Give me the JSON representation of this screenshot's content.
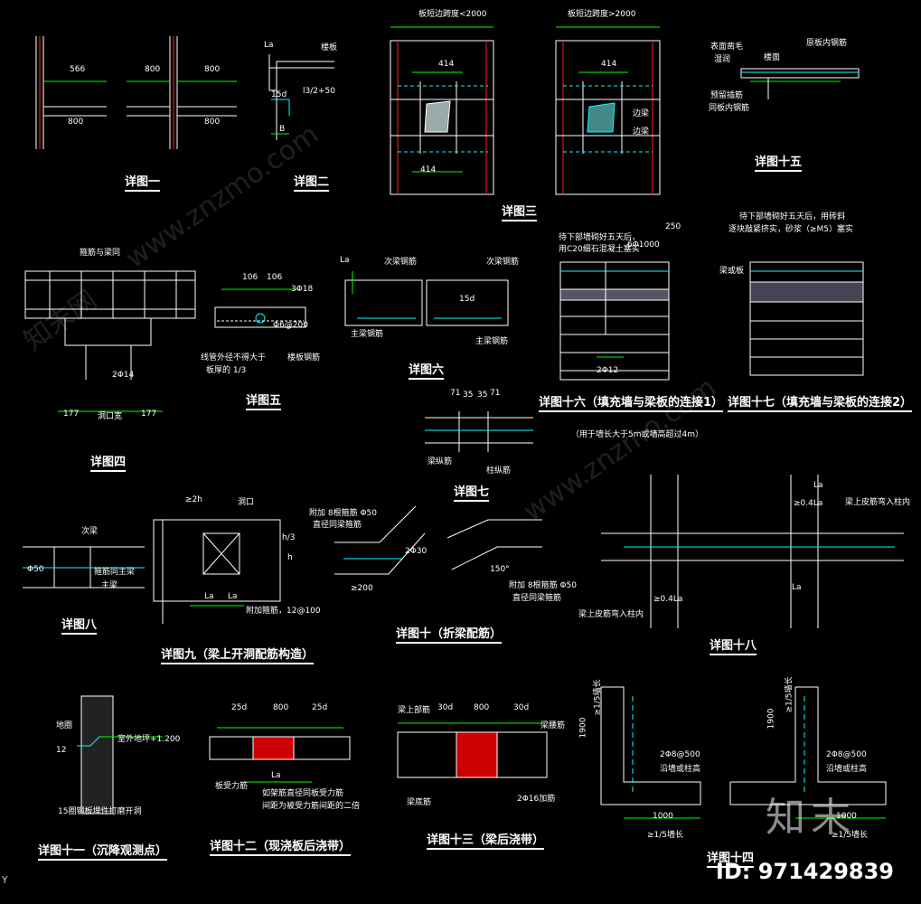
{
  "colors": {
    "line": "#ffffff",
    "dim": "#00ff00",
    "cyan": "#00ffff",
    "red": "#ff2020",
    "background": "#000000"
  },
  "captions": {
    "d1": "详图一",
    "d2": "详图二",
    "d3": "详图三",
    "d4": "详图四",
    "d5": "详图五",
    "d6": "详图六",
    "d7": "详图七",
    "d8": "详图八",
    "d9": "详图九（梁上开洞配筋构造）",
    "d10": "详图十（折梁配筋）",
    "d11": "详图十一（沉降观测点）",
    "d12": "详图十二（现浇板后浇带）",
    "d13": "详图十三（梁后浇带）",
    "d14": "详图十四",
    "d15": "详图十五",
    "d16": "详图十六（填充墙与梁板的连接1）",
    "d16_note": "（用于墙长大于5m或墙高超过4m）",
    "d17": "详图十七（填充墙与梁板的连接2）",
    "d18": "详图十八"
  },
  "labels": {
    "d1": {
      "a": "566",
      "b": "800",
      "c": "800",
      "d": "800",
      "e": "800"
    },
    "d2": {
      "la": "La",
      "slab": "楼板",
      "l3": "l3/2+50",
      "b": "B",
      "n15d": "15d"
    },
    "d3a": {
      "title": "板短边跨度<2000",
      "n414a": "414",
      "n414b": "414"
    },
    "d3b": {
      "title": "板短边跨度>2000",
      "n414": "414",
      "edge1": "边梁",
      "edge2": "边梁"
    },
    "d15": {
      "a": "表面凿毛",
      "b": "湿润",
      "c": "楼面",
      "d": "原板内钢筋",
      "e": "预留插筋",
      "f": "同板内钢筋"
    },
    "d4": {
      "a": "箍筋与梁同",
      "b": "2Φ14",
      "c": "洞口宽",
      "n177a": "177",
      "n177b": "177"
    },
    "d5": {
      "a": "106",
      "b": "106",
      "c": "3Φ18",
      "d": "Φ6@200",
      "e": "线管外径不得大于",
      "f": "板厚的 1/3",
      "g": "楼板钢筋"
    },
    "d6": {
      "la": "La",
      "a": "次梁钢筋",
      "b": "次梁钢筋",
      "c": "主梁钢筋",
      "d": "主梁钢筋",
      "n15d": "15d"
    },
    "d16": {
      "a": "待下部墙砌好五天后，",
      "b": "用C20细石混凝土塞实",
      "c": "6Φ1000",
      "d": "250",
      "e": "2Φ12"
    },
    "d17": {
      "a": "待下部墙砌好五天后，用砖斜",
      "b": "逐块敲紧挤实，砂浆（≥M5）塞实",
      "c": "梁或板"
    },
    "d7": {
      "a": "71",
      "b": "35",
      "c": "35",
      "d": "71",
      "e": "梁纵筋",
      "f": "柱纵筋"
    },
    "d8": {
      "a": "次梁",
      "b": "Φ50",
      "c": "箍筋同主梁",
      "d": "主梁"
    },
    "d9": {
      "a": "≥2h",
      "b": "洞口",
      "c": "h/3",
      "d": "h",
      "e": "La",
      "f": "La",
      "g": "附加箍筋，12@100"
    },
    "d10": {
      "a": "附加 8根箍筋 Φ50",
      "b": "直径同梁箍筋",
      "c": "≥200",
      "d": "2Φ30",
      "e": "附加 8根箍筋 Φ50",
      "f": "直径同梁箍筋",
      "g": "150°"
    },
    "d18": {
      "a": "La",
      "b": "≥0.4La",
      "c": "梁上皮筋弯入柱内",
      "d": "≥0.4La",
      "e": "梁上皮筋弯入柱内",
      "f": "La"
    },
    "d11": {
      "a": "地圈",
      "b": "室外地坪+1.200",
      "c": "12",
      "d": "15圈钢板埋件打磨开洞"
    },
    "d12": {
      "a": "25d",
      "b": "800",
      "c": "25d",
      "d": "La",
      "e": "板受力筋",
      "f": "如架筋直径同板受力筋",
      "g": "间距为被受力筋间距的二倍"
    },
    "d13": {
      "a": "梁上部筋",
      "b": "30d",
      "c": "800",
      "d": "30d",
      "e": "梁腰筋",
      "f": "梁底筋",
      "g": "2Φ16加筋"
    },
    "d14": {
      "a": "1900",
      "b": "≥1/5墙长",
      "c": "2Φ8@500",
      "d": "沿墙或柱高",
      "e": "1000",
      "f": "≥1/5墙长",
      "g": "1900",
      "h": "≥1/5墙长",
      "i": "2Φ8@500",
      "j": "沿墙或柱高",
      "k": "1000",
      "l": "≥1/5墙长"
    }
  },
  "watermark": {
    "logo": "知末",
    "id": "ID: 971429839",
    "site": "www.znzmo.com",
    "brand": "知末网"
  },
  "axis_label": "Y"
}
